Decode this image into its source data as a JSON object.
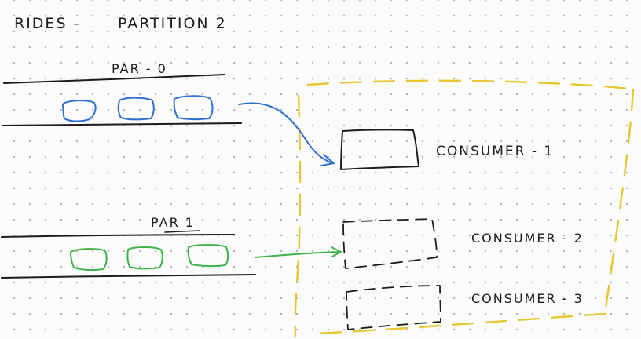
{
  "title": {
    "topic": "RIDES -",
    "label": "PARTITION 2"
  },
  "partitions": [
    {
      "label": "PAR - 0",
      "color": "#2f6fcf",
      "messages": 3
    },
    {
      "label": "PAR 1",
      "color": "#3fb24a",
      "messages": 3
    }
  ],
  "consumers": [
    {
      "label": "CONSUMER - 1",
      "style": "solid",
      "assigned_partition": "PAR - 0"
    },
    {
      "label": "CONSUMER - 2",
      "style": "dashed",
      "assigned_partition": "PAR 1"
    },
    {
      "label": "CONSUMER - 3",
      "style": "dashed",
      "assigned_partition": ""
    }
  ],
  "colors": {
    "ink": "#1c1c1c",
    "partition_0": "#2f6fcf",
    "partition_1": "#3fb24a",
    "consumer_group_border": "#e8c630",
    "background": "#fbfbfb",
    "grid_dot": "#b9b9b9"
  }
}
